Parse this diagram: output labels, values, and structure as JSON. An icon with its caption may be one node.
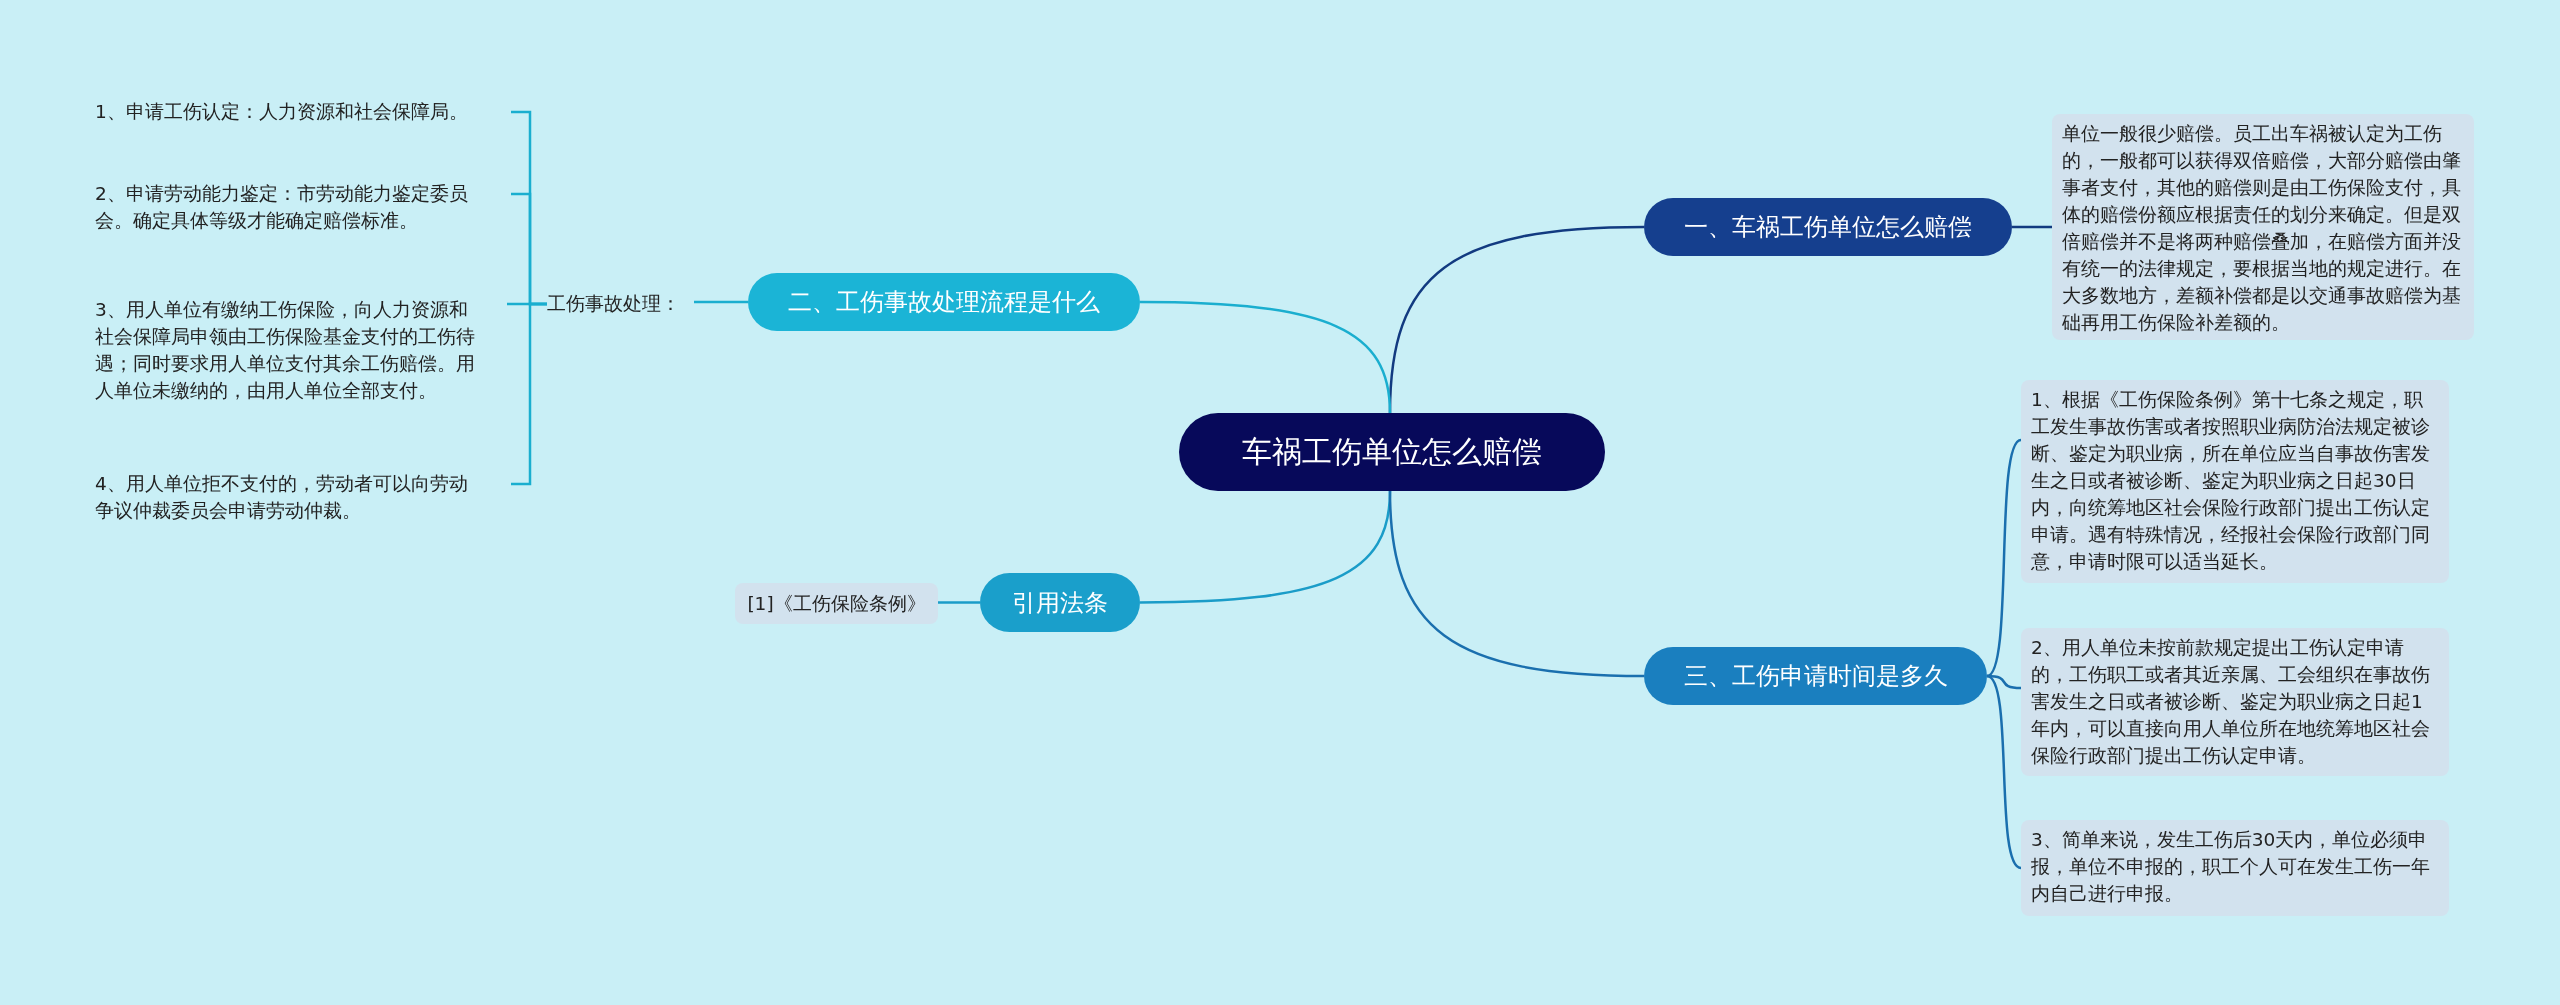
{
  "diagram": {
    "nodes": [
      {
        "text": [
          "车祸工伤单位怎么赔偿"
        ]
      },
      {
        "text": [
          "一、车祸工伤单位怎么赔偿"
        ]
      },
      {
        "text": [
          "单位一般很少赔偿。员工出车祸被认定为工伤的，一般都可以获得双倍赔偿，大部分赔偿由肇事者支付，其他的赔偿则是由工伤保险支付，具体的赔偿份额应根据责任的划分来确定。但是双倍赔偿并不是将两种赔偿叠加，在赔偿方面并没有统一的法律规定，要根据当地的规定进行。在大多数地方，差额补偿都是以交通事故赔偿为基础再用工伤保险补差额的。"
        ]
      },
      {
        "text": [
          "二、工伤事故处理流程是什么"
        ]
      },
      {
        "text": [
          "工伤事故处理："
        ]
      },
      {
        "text": [
          "1、申请工伤认定：人力资源和社会保障局。"
        ]
      },
      {
        "text": [
          "2、申请劳动能力鉴定：市劳动能力鉴定委员会。确定具体等级才能确定赔偿标准。"
        ]
      },
      {
        "text": [
          "3、用人单位有缴纳工伤保险，向人力资源和社会保障局申领由工伤保险基金支付的工伤待遇；同时要求用人单位支付其余工伤赔偿。用人单位未缴纳的，由用人单位全部支付。"
        ]
      },
      {
        "text": [
          "4、用人单位拒不支付的，劳动者可以向劳动争议仲裁委员会申请劳动仲裁。"
        ]
      },
      {
        "text": [
          "引用法条"
        ]
      },
      {
        "text": [
          "[1]《工伤保险条例》"
        ]
      },
      {
        "text": [
          "三、工伤申请时间是多久"
        ]
      },
      {
        "text": [
          "1、根据《工伤保险条例》第十七条之规定，职工发生事故伤害或者按照职业病防治法规定被诊断、鉴定为职业病，所在单位应当自事故伤害发生之日或者被诊断、鉴定为职业病之日起30日内，向统筹地区社会保险行政部门提出工伤认定申请。遇有特殊情况，经报社会保险行政部门同意，申请时限可以适当延长。"
        ]
      },
      {
        "text": [
          "2、用人单位未按前款规定提出工伤认定申请的，工伤职工或者其近亲属、工会组织在事故伤害发生之日或者被诊断、鉴定为职业病之日起1年内，可以直接向用人单位所在地统筹地区社会保险行政部门提出工伤认定申请。"
        ]
      },
      {
        "text": [
          "3、简单来说，发生工伤后30天内，单位必须申报，单位不申报的，职工个人可在发生工伤一年内自己进行申报。"
        ]
      }
    ],
    "edges": [
      {
        "from": 0,
        "to": 1,
        "arrow": "none",
        "color": "#123a80"
      },
      {
        "from": 1,
        "to": 2,
        "arrow": "none",
        "color": "#123a80"
      },
      {
        "from": 0,
        "to": 3,
        "arrow": "none",
        "color": "#1aaecf"
      },
      {
        "from": 3,
        "to": 4,
        "arrow": "none",
        "color": "#1aaecf"
      },
      {
        "from": 4,
        "to": 5,
        "arrow": "none",
        "color": "#1aaecf"
      },
      {
        "from": 4,
        "to": 6,
        "arrow": "none",
        "color": "#1aaecf"
      },
      {
        "from": 4,
        "to": 7,
        "arrow": "none",
        "color": "#1aaecf"
      },
      {
        "from": 4,
        "to": 8,
        "arrow": "none",
        "color": "#1aaecf"
      },
      {
        "from": 0,
        "to": 9,
        "arrow": "none",
        "color": "#1a9cc8"
      },
      {
        "from": 9,
        "to": 10,
        "arrow": "none",
        "color": "#1a9cc8"
      },
      {
        "from": 0,
        "to": 11,
        "arrow": "none",
        "color": "#1a6fae"
      },
      {
        "from": 11,
        "to": 12,
        "arrow": "none",
        "color": "#1a6fae"
      },
      {
        "from": 11,
        "to": 13,
        "arrow": "none",
        "color": "#1a6fae"
      },
      {
        "from": 11,
        "to": 14,
        "arrow": "none",
        "color": "#1a6fae"
      }
    ]
  }
}
